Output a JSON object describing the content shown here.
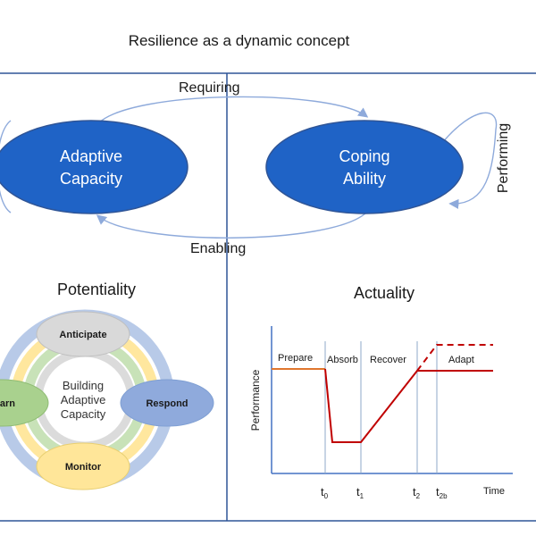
{
  "title": "Resilience as a dynamic concept",
  "top": {
    "requiring_label": "Requiring",
    "enabling_label": "Enabling",
    "performing_label": "Performing",
    "adaptive_capacity": [
      "Adaptive",
      "Capacity"
    ],
    "coping_ability": [
      "Coping",
      "Ability"
    ]
  },
  "potentiality": {
    "title": "Potentiality",
    "center_text": [
      "Building",
      "Adaptive",
      "Capacity"
    ],
    "nodes": {
      "anticipate": "Anticipate",
      "respond": "Respond",
      "monitor": "Monitor",
      "learn": "Learn"
    },
    "colors": {
      "anticipate": "#d9d9d9",
      "respond": "#8faadc",
      "monitor": "#ffe699",
      "learn": "#a9d18e"
    }
  },
  "actuality": {
    "title": "Actuality",
    "ylabel": "Performance",
    "xlabel": "Time",
    "phases": [
      "Prepare",
      "Absorb",
      "Recover",
      "Adapt"
    ],
    "ticks": [
      {
        "base": "t",
        "sub": "0"
      },
      {
        "base": "t",
        "sub": "1"
      },
      {
        "base": "t",
        "sub": "2"
      },
      {
        "base": "t",
        "sub": "2b"
      }
    ]
  },
  "colors": {
    "ellipse": "#1f63c6",
    "ellipse_stroke": "#2f5597",
    "divider": "#2e5597",
    "normal_line": "#e0762e",
    "disrupted_line": "#c00000"
  }
}
